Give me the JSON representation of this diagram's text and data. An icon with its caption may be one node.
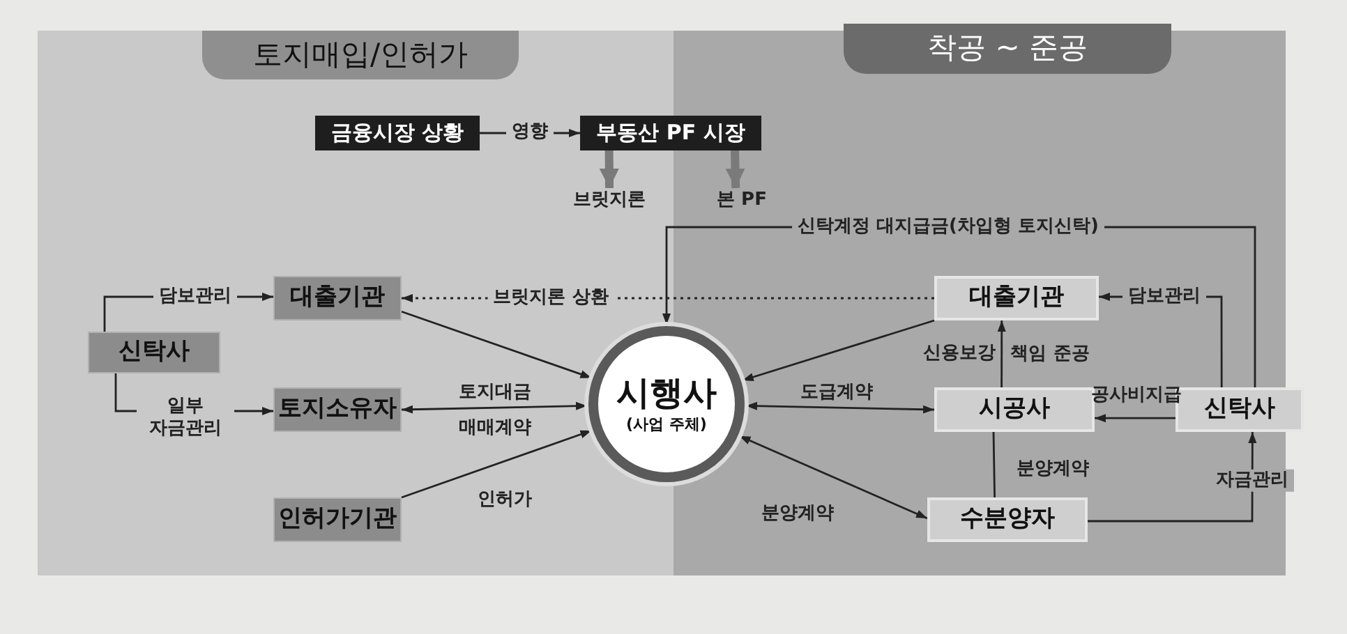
{
  "diagram": {
    "nodes": [
      {
        "text": [
          "토지매입/인허가"
        ]
      },
      {
        "text": [
          "착공 ~ 준공"
        ]
      },
      {
        "text": [
          "금융시장 상황"
        ],
        "in": 0
      },
      {
        "text": [
          "부동산 PF 시장"
        ]
      },
      {
        "text": [
          "브릿지론"
        ],
        "in": 0
      },
      {
        "text": [
          "본 PF"
        ],
        "in": 1
      },
      {
        "text": [
          "대출기관"
        ],
        "in": 0
      },
      {
        "text": [
          "신탁사"
        ],
        "in": 0
      },
      {
        "text": [
          "토지소유자"
        ],
        "in": 0
      },
      {
        "text": [
          "인허가기관"
        ],
        "in": 0
      },
      {
        "text": [
          "시행사",
          "(사업 주체)"
        ]
      },
      {
        "text": [
          "대출기관"
        ],
        "in": 1
      },
      {
        "text": [
          "시공사"
        ],
        "in": 1
      },
      {
        "text": [
          "신탁사"
        ],
        "in": 1
      },
      {
        "text": [
          "수분양자"
        ],
        "in": 1
      }
    ],
    "edges": [
      {
        "from": 2,
        "to": 3,
        "arrow": "to",
        "label": "영향"
      },
      {
        "from": 3,
        "to": 4,
        "arrow": "to",
        "style": "thick",
        "color": "#7a7a7a"
      },
      {
        "from": 3,
        "to": 5,
        "arrow": "to",
        "style": "thick",
        "color": "#7a7a7a"
      },
      {
        "from": 11,
        "to": 6,
        "arrow": "to",
        "style": "dashed",
        "label": "브릿지론 상환"
      },
      {
        "from": 13,
        "to": 10,
        "arrow": "to",
        "label": "신탁계정 대지급금(차입형 토지신탁)"
      },
      {
        "from": 7,
        "to": 6,
        "arrow": "to",
        "label": "담보관리"
      },
      {
        "from": 7,
        "to": 8,
        "arrow": "to",
        "label": "일부 자금관리"
      },
      {
        "from": 6,
        "to": 10,
        "arrow": "to"
      },
      {
        "from": 8,
        "to": 10,
        "arrow": "both",
        "label": "토지대금"
      },
      {
        "from": 9,
        "to": 10,
        "arrow": "to",
        "label": "인허가"
      },
      {
        "from": 11,
        "to": 10,
        "arrow": "to"
      },
      {
        "from": 10,
        "to": 12,
        "arrow": "both",
        "label": "도급계약"
      },
      {
        "from": 10,
        "to": 14,
        "arrow": "both",
        "label": "분양계약"
      },
      {
        "from": 12,
        "to": 11,
        "arrow": "to",
        "label": "신용보강"
      },
      {
        "from": 13,
        "to": 12,
        "arrow": "to",
        "label": "공사비지급"
      },
      {
        "from": 14,
        "to": 12,
        "arrow": "none",
        "label": "분양계약"
      },
      {
        "from": 14,
        "to": 13,
        "arrow": "to",
        "label": "자금관리"
      },
      {
        "from": 13,
        "to": 11,
        "arrow": "to",
        "label": "담보관리"
      }
    ],
    "labels": [
      "매매계약",
      "책임 준공"
    ]
  }
}
